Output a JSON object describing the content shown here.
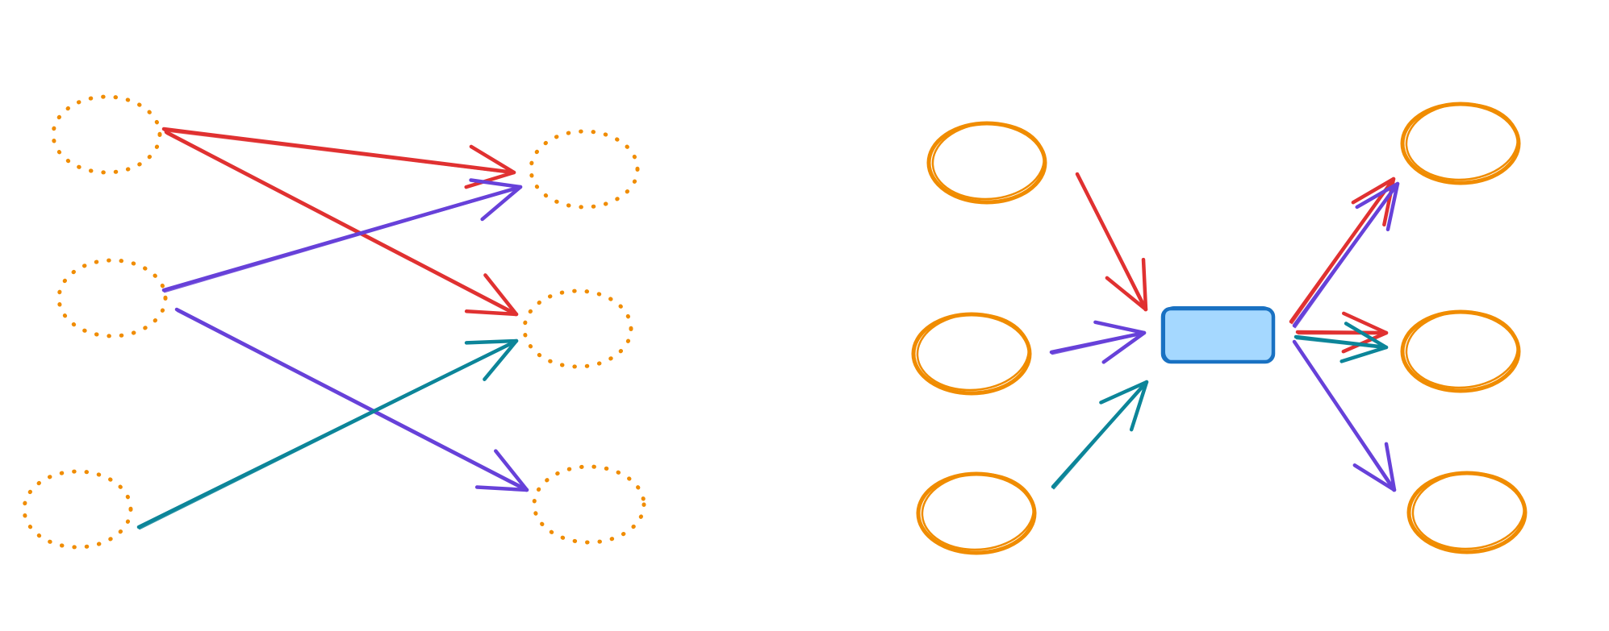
{
  "diagram": {
    "background": "#ffffff",
    "colors": {
      "node_orange": "#f08c00",
      "red": "#e03131",
      "purple": "#6741d9",
      "teal": "#0c8599",
      "hub_fill": "#a5d8ff",
      "hub_stroke": "#1971c2"
    },
    "left_panel": {
      "style": "dotted-nodes",
      "sources": [
        "source-1",
        "source-2",
        "source-3"
      ],
      "targets": [
        "target-1",
        "target-2",
        "target-3"
      ],
      "edges": [
        {
          "from": "source-1",
          "to": "target-1",
          "color": "red"
        },
        {
          "from": "source-1",
          "to": "target-2",
          "color": "red"
        },
        {
          "from": "source-2",
          "to": "target-1",
          "color": "purple"
        },
        {
          "from": "source-2",
          "to": "target-3",
          "color": "purple"
        },
        {
          "from": "source-3",
          "to": "target-2",
          "color": "teal"
        }
      ]
    },
    "right_panel": {
      "style": "solid-nodes-via-hub",
      "sources": [
        "source-1",
        "source-2",
        "source-3"
      ],
      "hub": "hub",
      "targets": [
        "target-1",
        "target-2",
        "target-3"
      ],
      "edges": [
        {
          "from": "source-1",
          "to": "hub",
          "color": "red"
        },
        {
          "from": "source-2",
          "to": "hub",
          "color": "purple"
        },
        {
          "from": "source-3",
          "to": "hub",
          "color": "teal"
        },
        {
          "from": "hub",
          "to": "target-1",
          "color": "red"
        },
        {
          "from": "hub",
          "to": "target-1",
          "color": "purple"
        },
        {
          "from": "hub",
          "to": "target-2",
          "color": "red"
        },
        {
          "from": "hub",
          "to": "target-2",
          "color": "teal"
        },
        {
          "from": "hub",
          "to": "target-3",
          "color": "purple"
        }
      ]
    }
  }
}
